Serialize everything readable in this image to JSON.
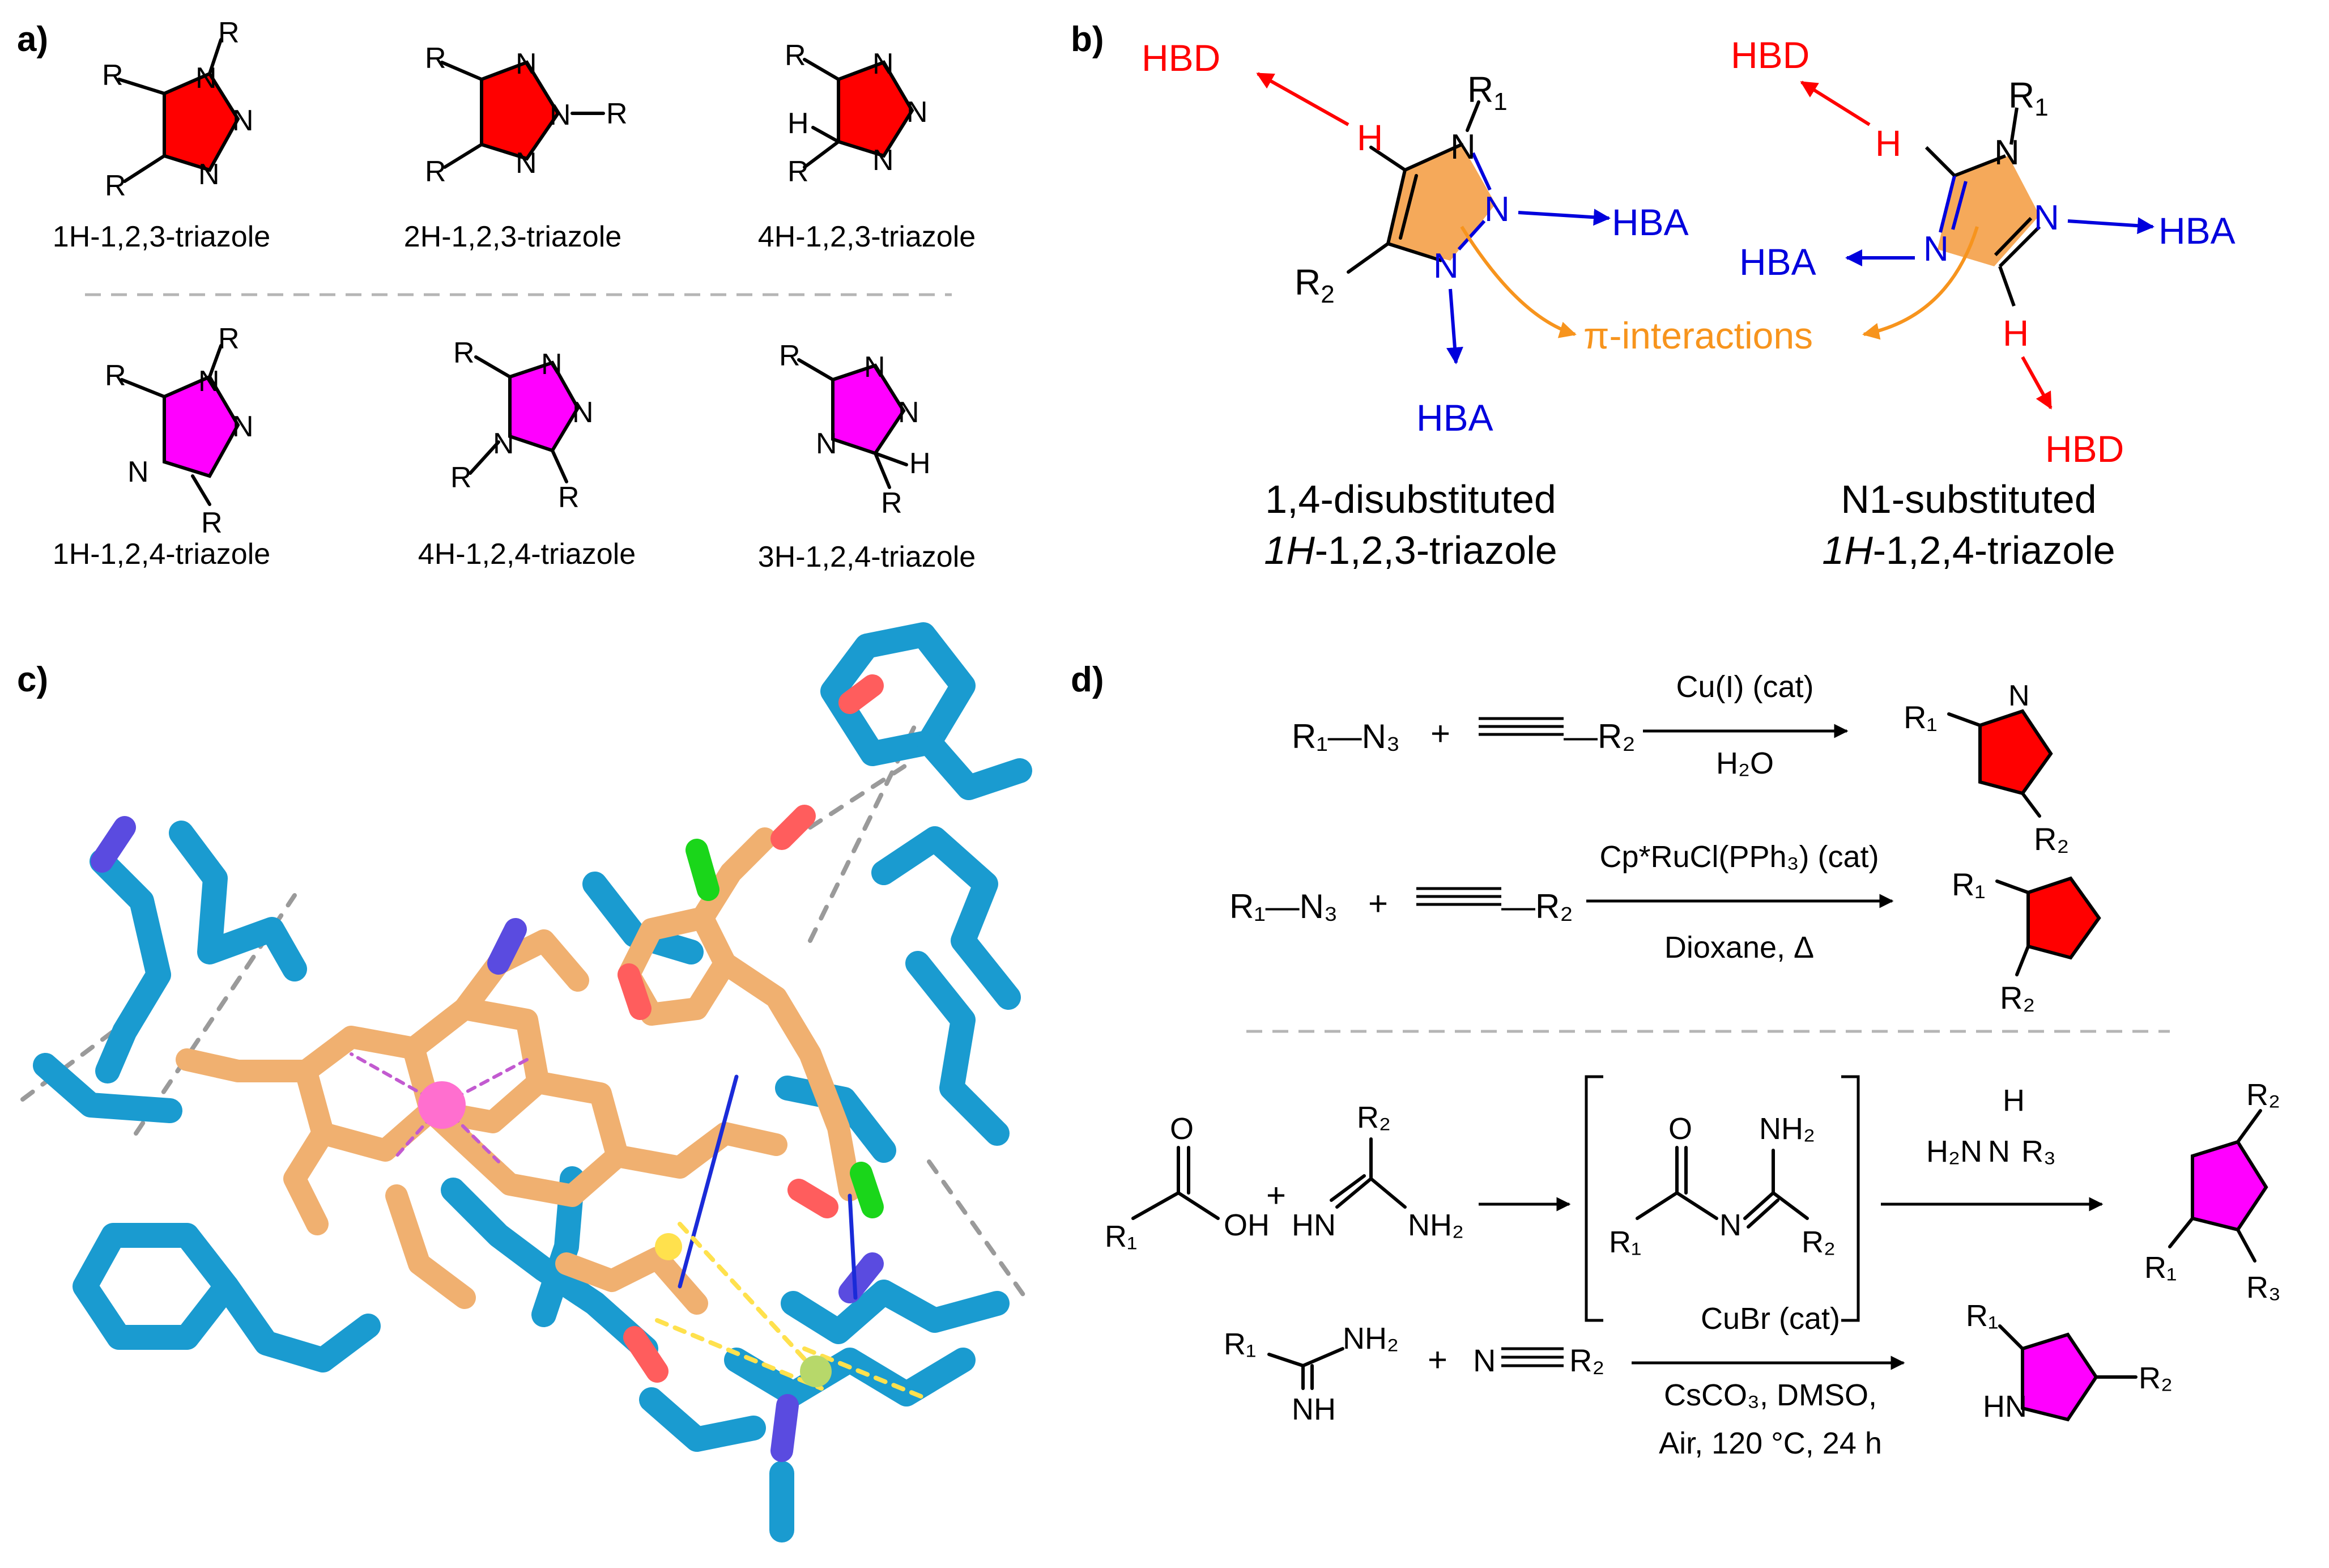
{
  "panels": {
    "a": "a)",
    "b": "b)",
    "c": "c)",
    "d": "d)"
  },
  "colors": {
    "triazole123": "#ff0000",
    "triazole124": "#ff00ff",
    "orange": "#f5a95a",
    "hbd": "#ff0000",
    "hba": "#0000dd",
    "pi": "#f7941d",
    "protein": "#1a9bd0",
    "ligand": "#f0b070",
    "metal": "#ff6fcf",
    "chloride": "#1ad61a"
  },
  "panel_a": {
    "atoms": {
      "R": "R",
      "N": "N",
      "H": "H"
    },
    "row1": [
      "1H-1,2,3-triazole",
      "2H-1,2,3-triazole",
      "4H-1,2,3-triazole"
    ],
    "row2": [
      "1H-1,2,4-triazole",
      "4H-1,2,4-triazole",
      "3H-1,2,4-triazole"
    ]
  },
  "panel_b": {
    "hbd": "HBD",
    "hba": "HBA",
    "pi": "π-interactions",
    "atoms": {
      "H": "H",
      "N": "N",
      "R1": "R",
      "R2": "R",
      "sub1": "1",
      "sub2": "2"
    },
    "left_caption": [
      "1,4-disubstituted",
      "1H",
      "-1,2,3-triazole"
    ],
    "right_caption": [
      "N1-substituted",
      "1H",
      "-1,2,4-triazole"
    ]
  },
  "panel_d": {
    "r1": {
      "reagent1": "R₁—N₃",
      "plus": "+",
      "reagent2": "—R₂",
      "above": "Cu(I) (cat)",
      "below": "H₂O",
      "prod_sub": "R₁",
      "prod_sub2": "R₂"
    },
    "r2": {
      "reagent1": "R₁—N₃",
      "plus": "+",
      "reagent2": "—R₂",
      "above": "Cp*RuCl(PPh₃) (cat)",
      "below": "Dioxane, Δ",
      "prod_sub": "R₁",
      "prod_sub2": "R₂"
    },
    "r3": {
      "acid_O": "O",
      "acid_OH": "OH",
      "acid_R": "R₁",
      "plus": "+",
      "amid_R": "R₂",
      "amid_HN": "HN",
      "amid_NH2": "NH₂",
      "int_O": "O",
      "int_R1": "R₁",
      "int_N": "N",
      "int_NH2": "NH₂",
      "int_R2": "R₂",
      "hyd_H": "H",
      "hyd_H2N": "H₂N",
      "hyd_N": "N",
      "hyd_R3": "R₃",
      "prod_R1": "R₁",
      "prod_R2": "R₂",
      "prod_R3": "R₃",
      "N": "N"
    },
    "r4": {
      "amid_R1": "R₁",
      "amid_NH2": "NH₂",
      "amid_NH": "NH",
      "plus": "+",
      "nitrile_N": "N",
      "nitrile_R2": "R₂",
      "above": "CuBr (cat)",
      "below1": "CsCO₃, DMSO,",
      "below2": "Air, 120 °C, 24 h",
      "prod_R1": "R₁",
      "prod_R2": "R₂",
      "prod_HN": "HN",
      "N": "N"
    }
  }
}
